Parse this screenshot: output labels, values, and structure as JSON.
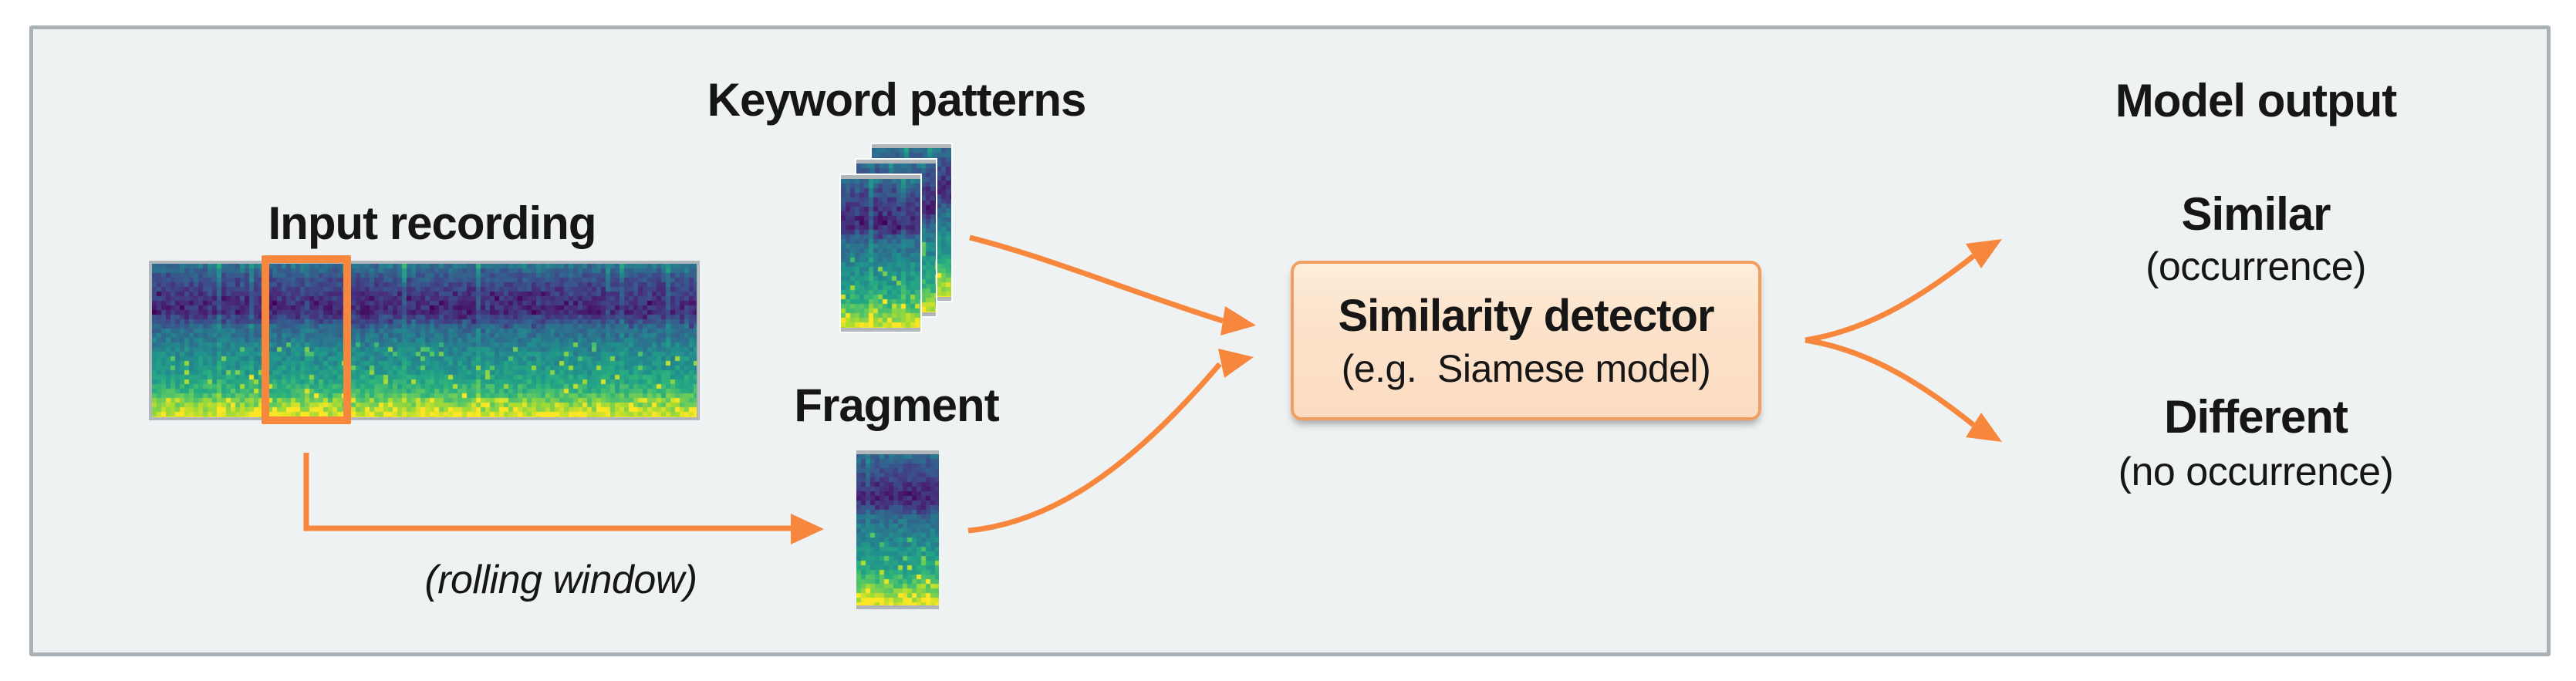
{
  "diagram": {
    "input": {
      "label": "Input recording"
    },
    "keyword_patterns": {
      "label": "Keyword patterns"
    },
    "fragment": {
      "label": "Fragment"
    },
    "rolling_window_note": "(rolling window)",
    "detector": {
      "title": "Similarity detector",
      "subtitle": "(e.g.  Siamese model)"
    },
    "model_output": {
      "heading": "Model output",
      "similar": {
        "label": "Similar",
        "note": "(occurrence)"
      },
      "different": {
        "label": "Different",
        "note": "(no occurrence)"
      }
    }
  },
  "icons": {
    "spectrogram_colormap": "viridis",
    "arrow_style": "orange-curved-arrows"
  },
  "colors": {
    "accent_orange": "#f6873d",
    "detector_border": "#f29e60",
    "detector_fill_top": "#fdeeda",
    "detector_fill_bottom": "#fbdcc2",
    "figure_background": "#eff2f3",
    "figure_border": "#a9b1b4",
    "spectrogram_frame": "#b0b6b9",
    "text": "#161616"
  }
}
